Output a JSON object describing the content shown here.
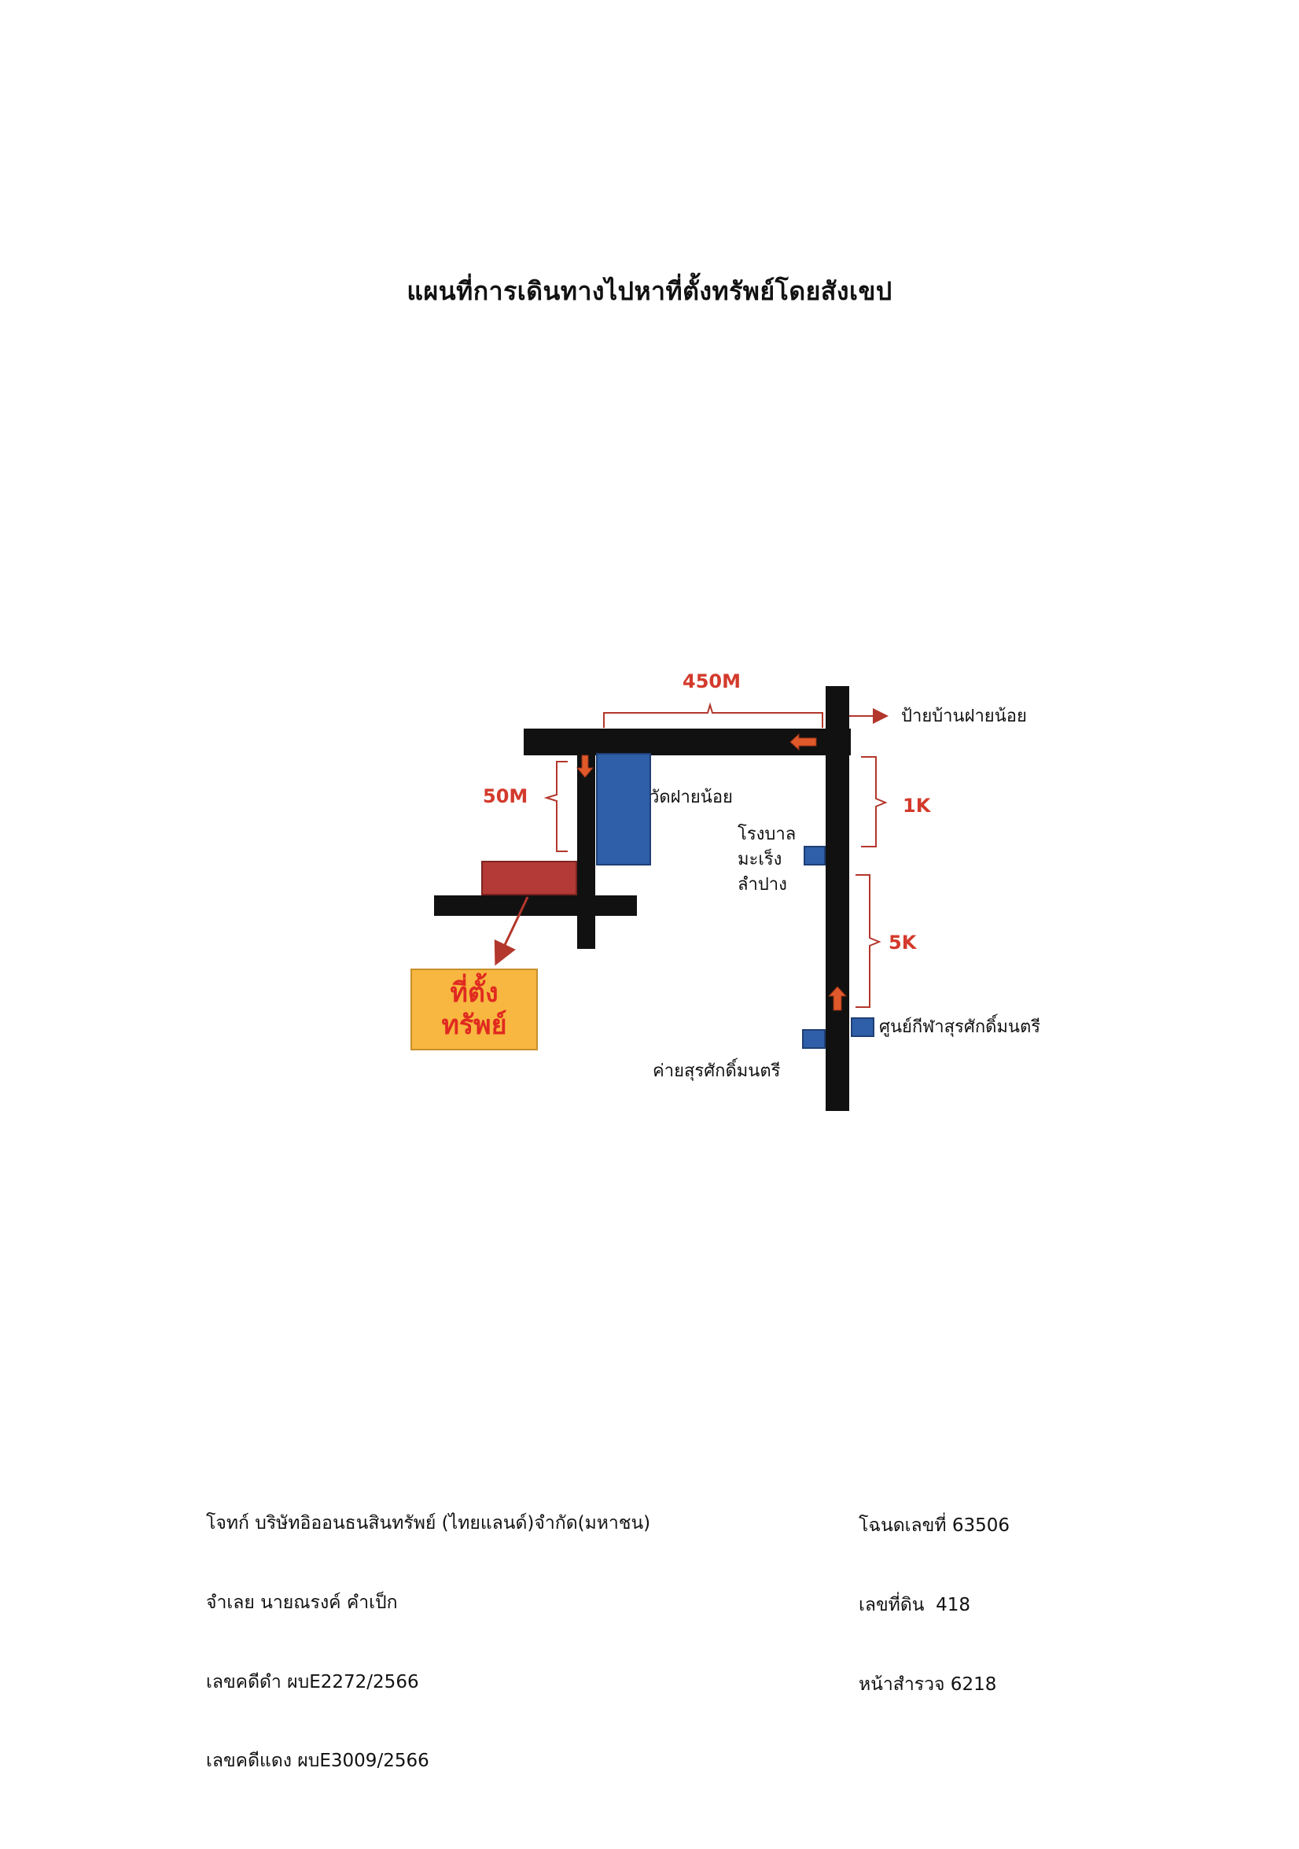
{
  "title": "แผนที่การเดินทางไปหาที่ตั้งทรัพย์โดยสังเขป",
  "map": {
    "distances": {
      "top_road": "450M",
      "side_road": "50M",
      "main_upper": "1K",
      "main_lower": "5K"
    },
    "places": {
      "sign_village": "ป้ายบ้านฝายน้อย",
      "temple": "วัดฝายน้อย",
      "hospital_line1": "โรงบาล",
      "hospital_line2": "มะเร็ง",
      "hospital_line3": "ลำปาง",
      "sports_center": "ศูนย์กีฬาสุรศักดิ์มนตรี",
      "army_camp": "ค่ายสุรศักดิ์มนตรี"
    },
    "target_line1": "ที่ตั้ง",
    "target_line2": "ทรัพย์",
    "colors": {
      "road": "#111111",
      "building_blue": "#2e5fa8",
      "property_red": "#b33a36",
      "target_box": "#f7b740",
      "annotation_red": "#d33a2c",
      "arrow_orange": "#e0592a"
    }
  },
  "case_info": {
    "plaintiff": "โจทก์ บริษัทอิออนธนสินทรัพย์ (ไทยแลนด์)จำกัด(มหาชน)",
    "defendant": "จำเลย นายณรงค์ คำเป็ก",
    "black_case": "เลขคดีดำ ผบE2272/2566",
    "red_case": "เลขคดีแดง ผบE3009/2566"
  },
  "land_info": {
    "title_deed": "โฉนดเลขที่ 63506",
    "land_no": "เลขที่ดิน  418",
    "survey_page": "หน้าสำรวจ 6218"
  }
}
